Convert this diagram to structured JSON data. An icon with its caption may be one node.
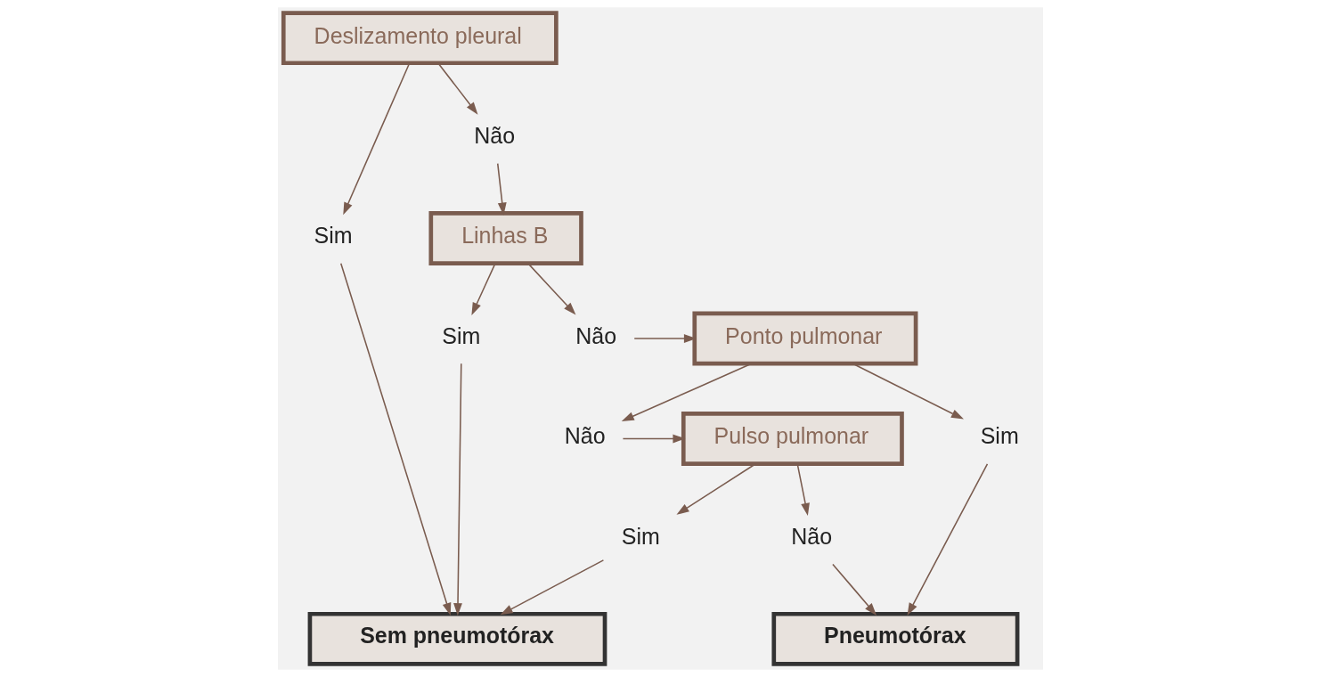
{
  "diagram": {
    "nodes": [
      {
        "text": [
          "Deslizamento pleural"
        ]
      },
      {
        "text": [
          "Sim"
        ]
      },
      {
        "text": [
          "Não"
        ]
      },
      {
        "text": [
          "Linhas B"
        ]
      },
      {
        "text": [
          "Sim"
        ]
      },
      {
        "text": [
          "Não"
        ]
      },
      {
        "text": [
          "Ponto pulmonar"
        ]
      },
      {
        "text": [
          "Sim"
        ]
      },
      {
        "text": [
          "Pneumotórax"
        ]
      },
      {
        "text": [
          "Não"
        ]
      },
      {
        "text": [
          "Pulso pulmonar"
        ]
      },
      {
        "text": [
          "Não"
        ]
      },
      {
        "text": [
          "Sim"
        ]
      },
      {
        "text": [
          "Sem pneumotórax"
        ]
      }
    ],
    "edges": [
      {
        "from": 0,
        "to": 1,
        "arrow": "to"
      },
      {
        "from": 0,
        "to": 2,
        "arrow": "to"
      },
      {
        "from": 2,
        "to": 3,
        "arrow": "to"
      },
      {
        "from": 1,
        "to": 13,
        "arrow": "to"
      },
      {
        "from": 3,
        "to": 4,
        "arrow": "to"
      },
      {
        "from": 3,
        "to": 5,
        "arrow": "to"
      },
      {
        "from": 4,
        "to": 13,
        "arrow": "to"
      },
      {
        "from": 5,
        "to": 6,
        "arrow": "to"
      },
      {
        "from": 6,
        "to": 7,
        "arrow": "to"
      },
      {
        "from": 7,
        "to": 8,
        "arrow": "to"
      },
      {
        "from": 6,
        "to": 9,
        "arrow": "to"
      },
      {
        "from": 9,
        "to": 10,
        "arrow": "to"
      },
      {
        "from": 10,
        "to": 11,
        "arrow": "to"
      },
      {
        "from": 11,
        "to": 8,
        "arrow": "to"
      },
      {
        "from": 10,
        "to": 12,
        "arrow": "to"
      },
      {
        "from": 12,
        "to": 13,
        "arrow": "to"
      }
    ]
  }
}
